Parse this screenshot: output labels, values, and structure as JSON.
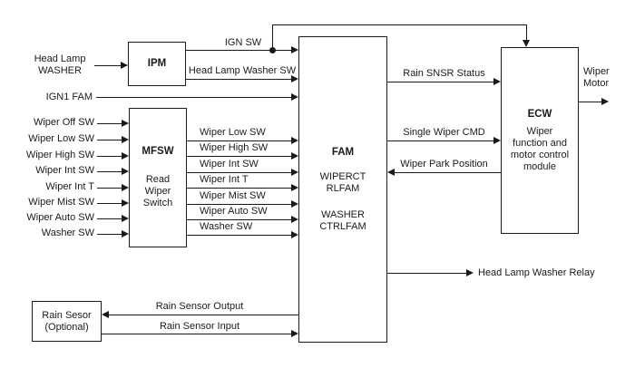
{
  "diagram": {
    "colors": {
      "background": "#ffffff",
      "line": "#1a1a1a",
      "text": "#1a1a1a"
    },
    "boxes": {
      "ipm": {
        "title": "IPM"
      },
      "mfsw": {
        "title": "MFSW",
        "desc1": "Read",
        "desc2": "Wiper",
        "desc3": "Switch"
      },
      "fam": {
        "title": "FAM",
        "desc1": "WIPERCT",
        "desc2": "RLFAM",
        "desc3": "WASHER",
        "desc4": "CTRLFAM"
      },
      "ecw": {
        "title": "ECW",
        "desc1": "Wiper",
        "desc2": "function and",
        "desc3": "motor control",
        "desc4": "module"
      },
      "rain_sensor": {
        "line1": "Rain Sesor",
        "line2": "(Optional)"
      }
    },
    "external_labels": {
      "head_lamp_washer": {
        "line1": "Head Lamp",
        "line2": "WASHER"
      },
      "ign1_fam": "IGN1 FAM",
      "wiper_motor": {
        "line1": "Wiper",
        "line2": "Motor"
      },
      "head_lamp_washer_relay": "Head Lamp Washer Relay"
    },
    "mfsw_inputs": [
      "Wiper Off SW",
      "Wiper Low SW",
      "Wiper High SW",
      "Wiper Int SW",
      "Wiper Int T",
      "Wiper Mist SW",
      "Wiper Auto SW",
      "Washer SW"
    ],
    "mfsw_outputs": [
      "Wiper Low SW",
      "Wiper High SW",
      "Wiper Int SW",
      "Wiper Int T",
      "Wiper Mist SW",
      "Wiper Auto SW",
      "Washer SW"
    ],
    "signals": {
      "ign_sw": "IGN SW",
      "head_lamp_washer_sw": "Head Lamp Washer SW",
      "rain_snsr_status": "Rain SNSR Status",
      "single_wiper_cmd": "Single Wiper CMD",
      "wiper_park_position": "Wiper Park Position",
      "rain_sensor_output": "Rain Sensor Output",
      "rain_sensor_input": "Rain Sensor Input"
    }
  }
}
